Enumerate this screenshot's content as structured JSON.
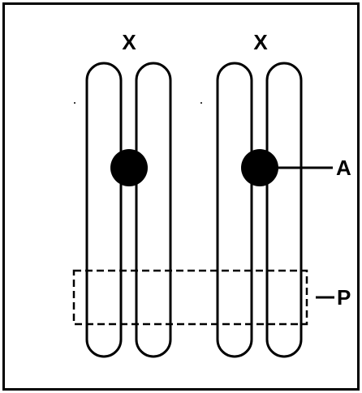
{
  "figure": {
    "colors": {
      "background": "#ffffff",
      "stroke": "#000000",
      "centromere": "#000000"
    },
    "chromosomes": [
      {
        "label": "X"
      },
      {
        "label": "X"
      }
    ],
    "labels": {
      "centromere": "A",
      "region": "P"
    }
  }
}
